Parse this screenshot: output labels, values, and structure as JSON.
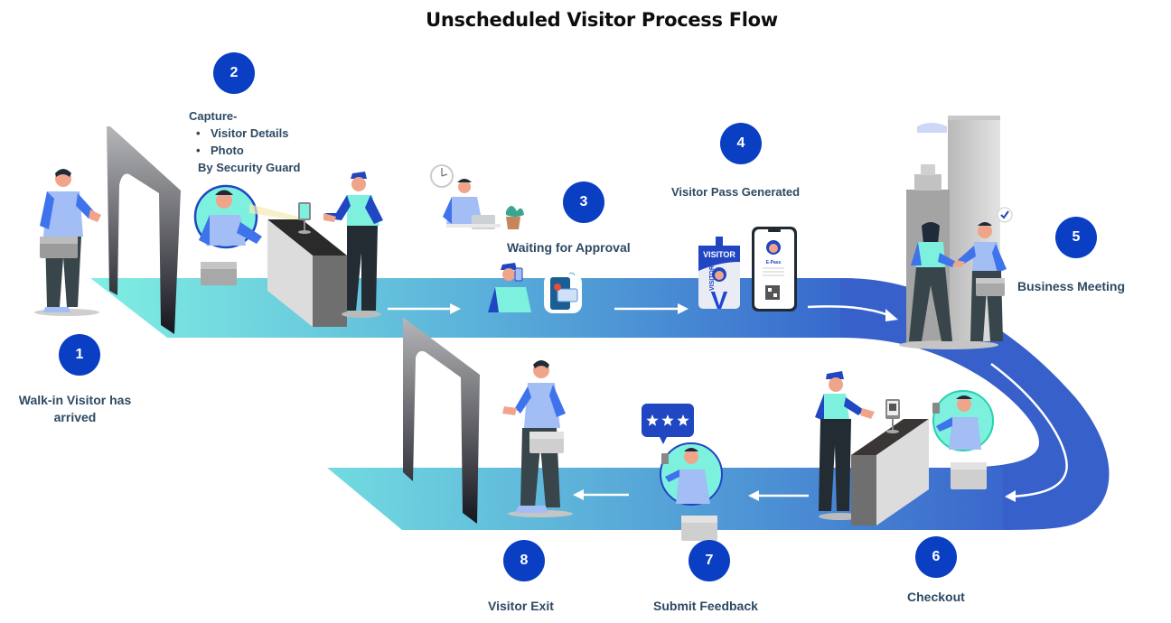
{
  "title": "Unscheduled Visitor Process Flow",
  "colors": {
    "badge": "#0a3fc4",
    "label_text": "#2d4a63",
    "path_start": "#7de8df",
    "path_mid": "#5aaad8",
    "path_end": "#2f58c8",
    "arrow": "#ffffff"
  },
  "steps": [
    {
      "number": "1",
      "label_lines": [
        "Walk-in Visitor has",
        "arrived"
      ]
    },
    {
      "number": "2",
      "label_heading": "Capture-",
      "bullets": [
        "Visitor Details",
        "Photo"
      ],
      "label_footer": "By Security Guard"
    },
    {
      "number": "3",
      "label": "Waiting for Approval"
    },
    {
      "number": "4",
      "label": "Visitor Pass Generated"
    },
    {
      "number": "5",
      "label": "Business Meeting"
    },
    {
      "number": "6",
      "label": "Checkout"
    },
    {
      "number": "7",
      "label": "Submit Feedback"
    },
    {
      "number": "8",
      "label": "Visitor Exit"
    }
  ],
  "illustrations": {
    "badge_text": "VISITOR",
    "badge_side_text": "VISITOR",
    "badge_letter": "V",
    "epass_text": "E-Pass",
    "feedback_stars": 3,
    "notification_count": "1"
  }
}
